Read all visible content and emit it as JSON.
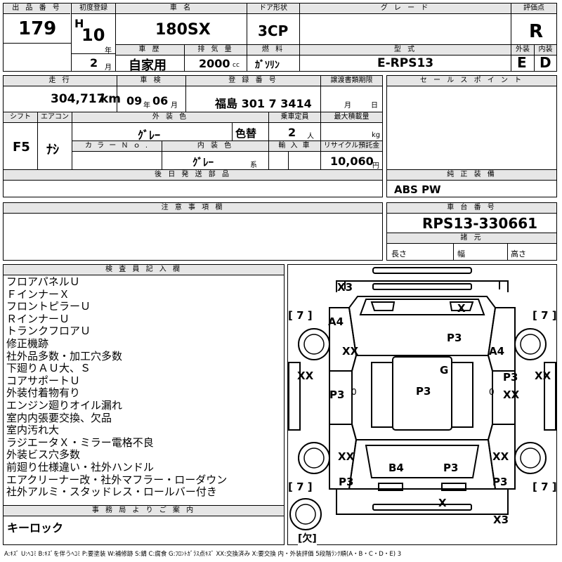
{
  "header": {
    "lot_number_label": "出 品 番 号",
    "lot_number": "179",
    "first_reg_label": "初度登録",
    "era": "H",
    "year": "10",
    "year_unit": "年",
    "month": "2",
    "month_unit": "月",
    "car_name_label": "車 名",
    "car_name": "180SX",
    "door_label": "ドア形状",
    "door": "3CP",
    "grade_label": "グ レ ー ド",
    "grade": "",
    "score_label": "評価点",
    "score": "R",
    "exterior_label": "外装",
    "interior_label": "内装",
    "exterior": "E",
    "interior": "D",
    "history_label": "車 歴",
    "history": "自家用",
    "displacement_label": "排 気 量",
    "displacement": "2000",
    "displacement_unit": "cc",
    "fuel_label": "燃 料",
    "fuel": "ｶﾞｿﾘﾝ",
    "model_label": "型 式",
    "model": "E-RPS13"
  },
  "row2": {
    "mileage_label": "走 行",
    "mileage": "304,717",
    "mileage_unit": "km",
    "inspection_label": "車 検",
    "insp_year": "09",
    "insp_year_unit": "年",
    "insp_month": "06",
    "insp_month_unit": "月",
    "registration_label": "登 録 番 号",
    "registration": "福島 301 7 3414",
    "transfer_label": "譲渡書類期限",
    "transfer_month_unit": "月",
    "transfer_day_unit": "日",
    "sales_point_label": "セ ー ル ス ポ イ ン ト"
  },
  "row3": {
    "shift_label": "シフト",
    "shift": "F5",
    "ac_label": "エアコン",
    "ac": "ﾅｼ",
    "ext_color_label": "外 装 色",
    "ext_color": "ｸﾞﾚｰ",
    "color_change": "色替",
    "capacity_label": "乗車定員",
    "capacity": "2",
    "capacity_unit": "人",
    "max_load_label": "最大積載量",
    "max_load_unit": "kg",
    "color_no_label": "カ ラ ー Ｎ ｏ .",
    "int_color_label": "内 装 色",
    "int_color": "ｸﾞﾚｰ",
    "int_color_unit": "系",
    "import_label": "輸 入 車",
    "recycle_label": "リサイクル預託金",
    "recycle": "10,060",
    "recycle_unit": "円",
    "later_parts_label": "後 日 発 送 部 品",
    "genuine_label": "純 正 装 備",
    "genuine": "ABS PW"
  },
  "row4": {
    "notes_label": "注 意 事 項 欄",
    "chassis_label": "車 台 番 号",
    "chassis": "RPS13-330661",
    "dims_label": "諸 元",
    "length_label": "長さ",
    "width_label": "幅",
    "height_label": "高さ"
  },
  "inspector": {
    "label": "検 査 員 記 入 欄",
    "lines": [
      "フロアパネルＵ",
      "ＦインナーＸ",
      "フロントピラーＵ",
      "ＲインナーＵ",
      "トランクフロアＵ",
      "修正機跡",
      "社外品多数・加工穴多数",
      "下廻りＡＵ大、Ｓ",
      "コアサポートＵ",
      "外装付着物有り",
      "エンジン廻りオイル漏れ",
      "室内内張要交換、欠品",
      "室内汚れ大",
      "ラジエータＸ・ミラー電格不良",
      "外装ビス穴多数",
      "前廻り仕様違い・社外ハンドル",
      "エアクリーナー改・社外マフラー・ローダウン",
      "社外アルミ・スタッドレス・ロールバー付き"
    ]
  },
  "office": {
    "label": "事 務 局 よ り ご 案 内",
    "text": "キーロック"
  },
  "diagram": {
    "bracket_left_top": "[ 7 ]",
    "bracket_right_top": "[ 7 ]",
    "bracket_left_bottom": "[ 7 ]",
    "bracket_right_bottom": "[ 7 ]",
    "missing": "[欠]",
    "marks": {
      "front_bumper": "X3",
      "windshield": "X",
      "left_front_fender": "A4",
      "hood": "P3",
      "right_front_fender": "A4",
      "left_front_wheel": "XX",
      "left_front_door_outer": "XX",
      "roof": "G",
      "right_front_door_outer": "XX",
      "right_front_door": "P3",
      "right_front_door2": "XX",
      "left_door": "P3",
      "center": "P3",
      "left_rear_wheel": "XX",
      "right_rear_wheel": "XX",
      "trunk_left": "B4",
      "trunk_right": "P3",
      "left_rear_quarter": "P3",
      "right_rear_quarter": "P3",
      "rear_glass": "X",
      "rear_bumper": "X3",
      "zero_left": "0",
      "zero_right": "0"
    }
  },
  "legend": {
    "text": "A:ｷｽﾞ U:ﾍｺﾐ B:ｷｽﾞを伴うﾍｺﾐ P:要塗装 W:補修跡 S:錆 C:腐食 G:ﾌﾛﾝﾄｶﾞﾗｽ点ｷｽﾞ XX:交換済み X:要交換 内・外装評価 5段階ﾗﾝｸ順(A・B・C・D・E) 3"
  }
}
